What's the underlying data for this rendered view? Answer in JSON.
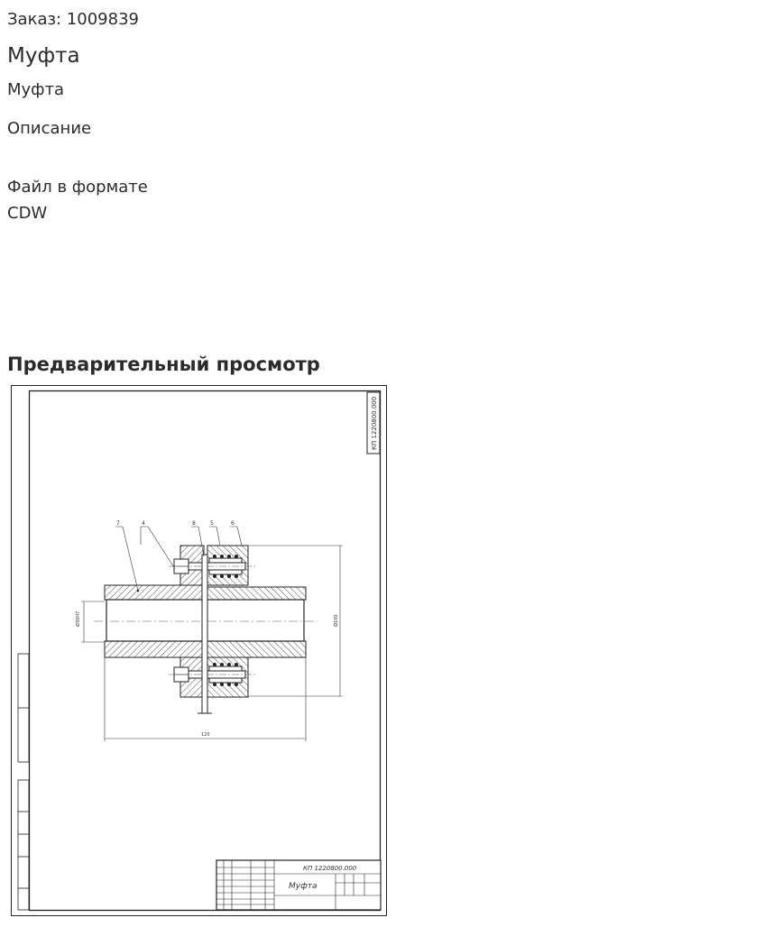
{
  "order": {
    "text": "Заказ: 1009839"
  },
  "product": {
    "title": "Муфта",
    "subtitle": "Муфта"
  },
  "description": {
    "label": "Описание"
  },
  "file": {
    "format_text": "Файл в формате CDW"
  },
  "preview": {
    "heading": "Предварительный просмотр",
    "drawing": {
      "code_stamp": "КП 1220800.000",
      "code_main": "КП 1220800.000",
      "part_name": "Муфта",
      "leaders": [
        "7",
        "4",
        "8",
        "5",
        "6"
      ]
    }
  }
}
